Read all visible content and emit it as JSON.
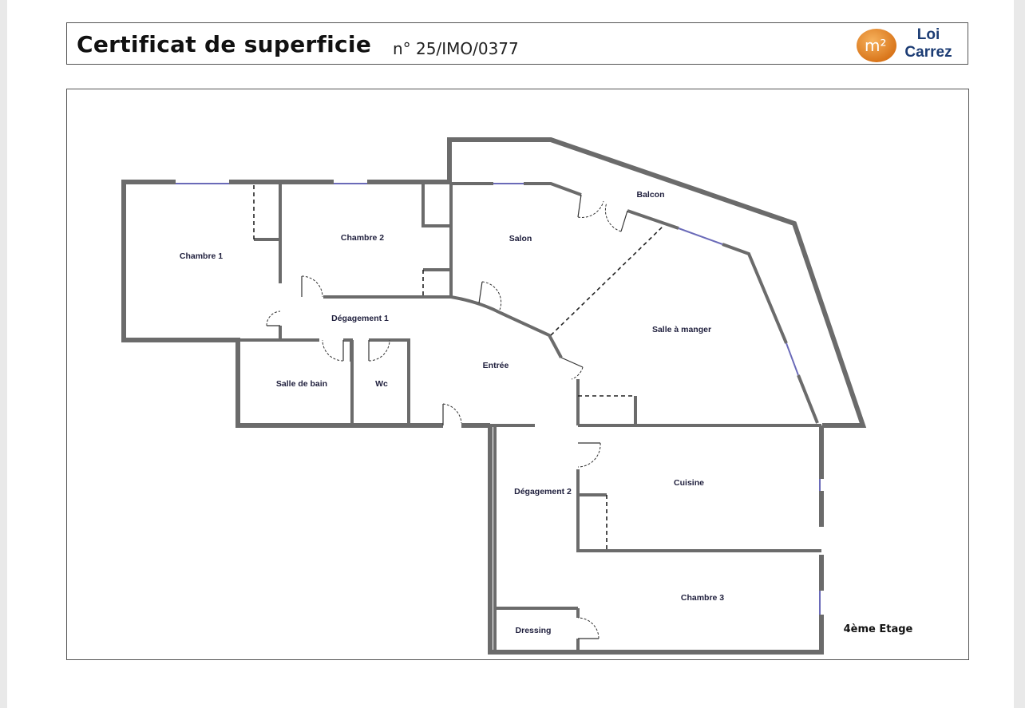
{
  "header": {
    "title": "Certificat de superficie",
    "certificate_number": "n° 25/IMO/0377",
    "logo": {
      "symbol": "m²",
      "text_line1": "Loi",
      "text_line2": "Carrez",
      "badge_color": "#e8892c",
      "text_color": "#1c3c74"
    }
  },
  "plan": {
    "floor": "4ème Etage",
    "rooms": {
      "chambre1": "Chambre 1",
      "chambre2": "Chambre 2",
      "salon": "Salon",
      "balcon": "Balcon",
      "salle_a_manger": "Salle à manger",
      "degagement1": "Dégagement 1",
      "entree": "Entrée",
      "salle_de_bain": "Salle de bain",
      "wc": "Wc",
      "degagement2": "Dégagement 2",
      "cuisine": "Cuisine",
      "chambre3": "Chambre 3",
      "dressing": "Dressing"
    }
  }
}
